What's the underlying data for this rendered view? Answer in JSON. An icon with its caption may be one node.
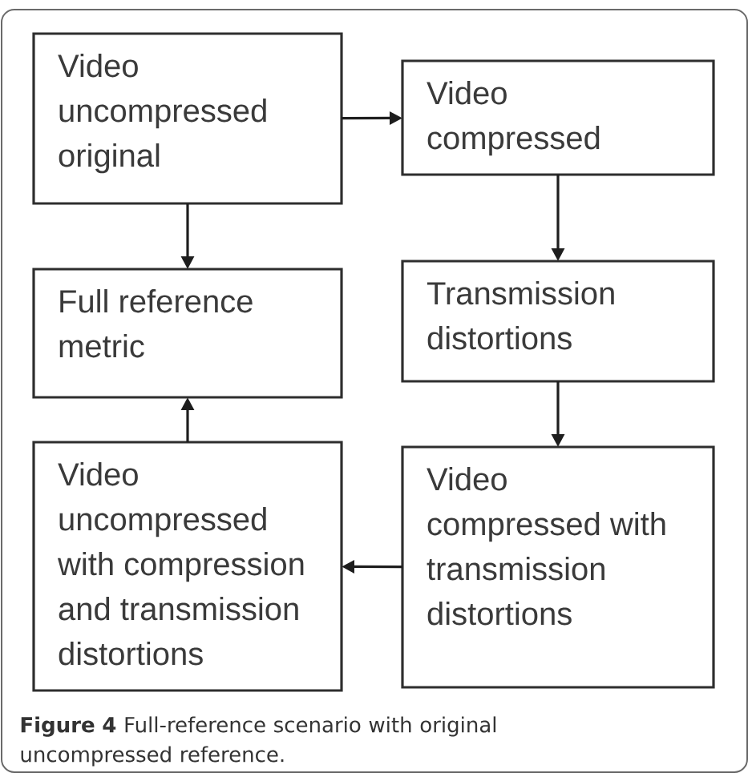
{
  "diagram": {
    "caption": "**Figure 4** Full-reference scenario with original uncompressed reference.",
    "nodes": [
      {
        "text": [
          "Video uncompressed original"
        ]
      },
      {
        "text": [
          "Video compressed"
        ]
      },
      {
        "text": [
          "Full reference metric"
        ]
      },
      {
        "text": [
          "Transmission distortions"
        ]
      },
      {
        "text": [
          "Video uncompressed with compression and transmission distortions"
        ]
      },
      {
        "text": [
          "Video compressed with transmission distortions"
        ]
      }
    ],
    "edges": [
      {
        "from": 0,
        "to": 1,
        "arrow": "to"
      },
      {
        "from": 0,
        "to": 2,
        "arrow": "to"
      },
      {
        "from": 1,
        "to": 3,
        "arrow": "to"
      },
      {
        "from": 3,
        "to": 5,
        "arrow": "to"
      },
      {
        "from": 5,
        "to": 4,
        "arrow": "to"
      },
      {
        "from": 4,
        "to": 2,
        "arrow": "to"
      }
    ]
  }
}
